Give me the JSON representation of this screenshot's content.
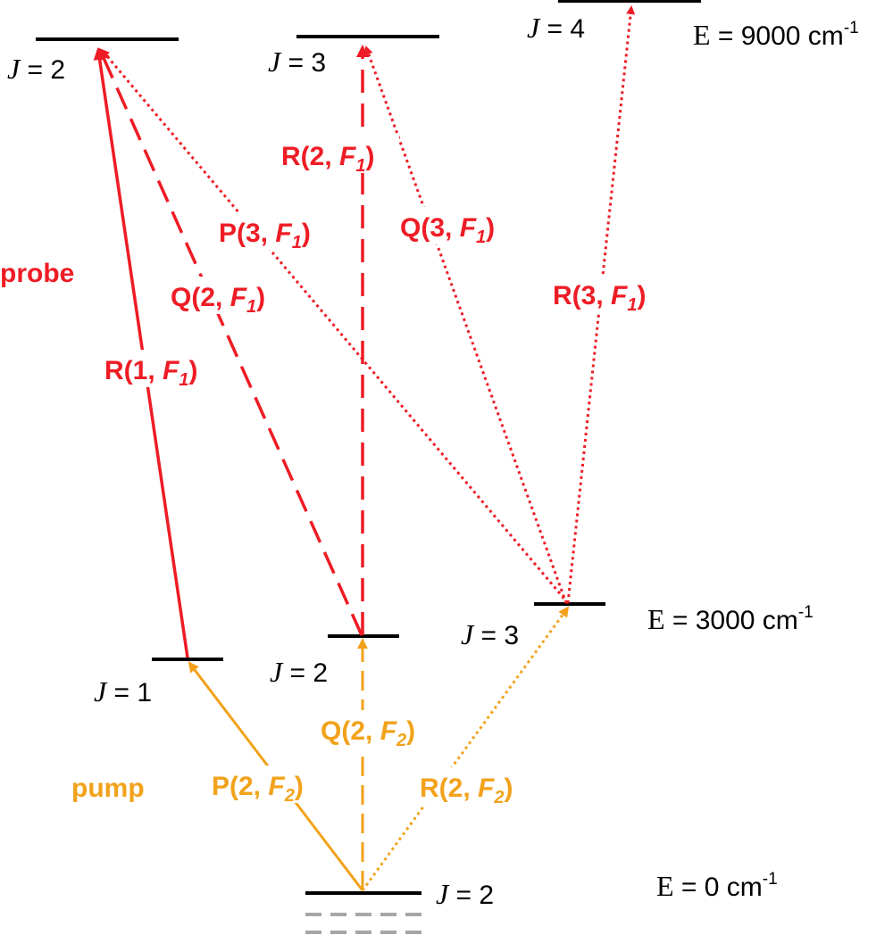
{
  "colors": {
    "probe": "#ee1c25",
    "pump": "#f2a21a",
    "level": "#000000",
    "ghost": "#a6a6a6"
  },
  "groups": {
    "probe_label": "probe",
    "pump_label": "pump"
  },
  "energies": {
    "top": {
      "sym": "E",
      "text": " = 9000 cm",
      "sup": "-1"
    },
    "mid": {
      "sym": "E",
      "text": " = 3000 cm",
      "sup": "-1"
    },
    "ground": {
      "sym": "E",
      "text": " = 0 cm",
      "sup": "-1"
    }
  },
  "levels": {
    "upper_j2": {
      "sym": "J",
      "text": " = 2"
    },
    "upper_j3": {
      "sym": "J",
      "text": " = 3"
    },
    "upper_j4": {
      "sym": "J",
      "text": " = 4"
    },
    "mid_j1": {
      "sym": "J",
      "text": " = 1"
    },
    "mid_j2": {
      "sym": "J",
      "text": " = 2"
    },
    "mid_j3": {
      "sym": "J",
      "text": " = 3"
    },
    "ground_j2": {
      "sym": "J",
      "text": " = 2"
    }
  },
  "transitions": {
    "r1f1": {
      "pre": "R(1, ",
      "f": "F",
      "sub": "1",
      "post": ")"
    },
    "q2f1": {
      "pre": "Q(2, ",
      "f": "F",
      "sub": "1",
      "post": ")"
    },
    "p3f1": {
      "pre": "P(3, ",
      "f": "F",
      "sub": "1",
      "post": ")"
    },
    "r2f1": {
      "pre": "R(2, ",
      "f": "F",
      "sub": "1",
      "post": ")"
    },
    "q3f1": {
      "pre": "Q(3, ",
      "f": "F",
      "sub": "1",
      "post": ")"
    },
    "r3f1": {
      "pre": "R(3, ",
      "f": "F",
      "sub": "1",
      "post": ")"
    },
    "p2f2": {
      "pre": "P(2, ",
      "f": "F",
      "sub": "2",
      "post": ")"
    },
    "q2f2": {
      "pre": "Q(2, ",
      "f": "F",
      "sub": "2",
      "post": ")"
    },
    "r2f2": {
      "pre": "R(2, ",
      "f": "F",
      "sub": "2",
      "post": ")"
    }
  }
}
